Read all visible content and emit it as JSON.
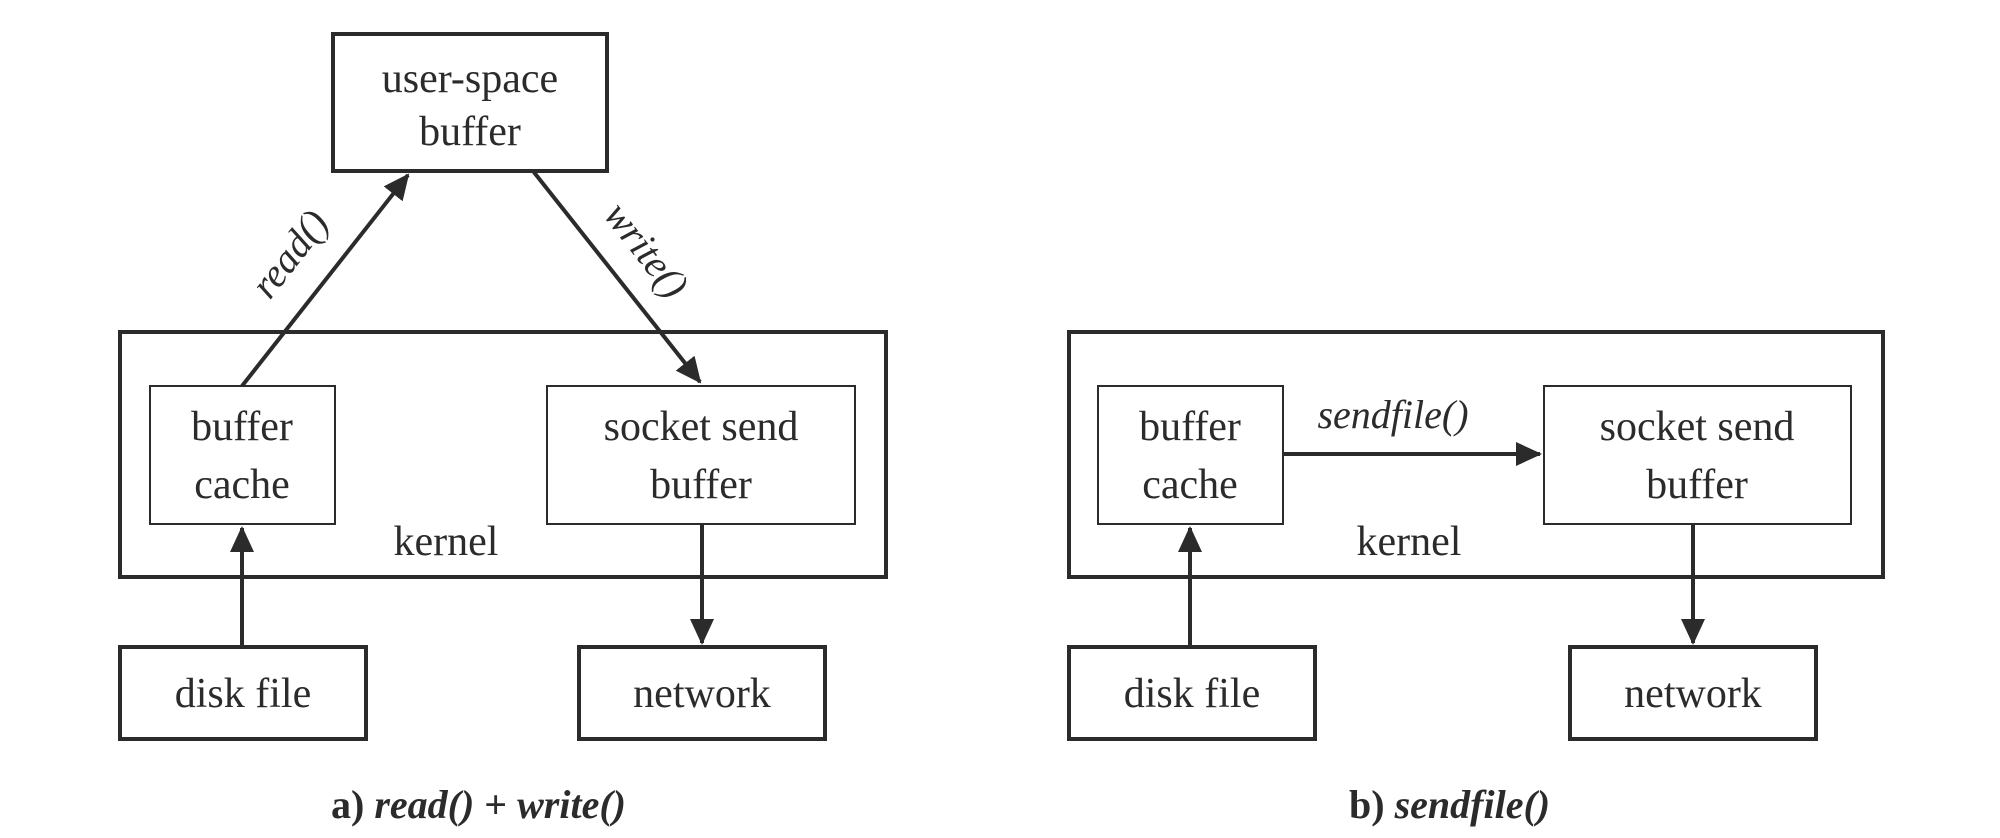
{
  "panel_a": {
    "user_space_buffer": [
      "user-space",
      "buffer"
    ],
    "kernel": "kernel",
    "buffer_cache": [
      "buffer",
      "cache"
    ],
    "socket_send_buffer": [
      "socket send",
      "buffer"
    ],
    "disk_file": "disk file",
    "network": "network",
    "read_label": "read()",
    "write_label": "write()",
    "caption_prefix": "a) ",
    "caption_read": "read()",
    "caption_plus": " + ",
    "caption_write": "write()"
  },
  "panel_b": {
    "kernel": "kernel",
    "buffer_cache": [
      "buffer",
      "cache"
    ],
    "socket_send_buffer": [
      "socket send",
      "buffer"
    ],
    "disk_file": "disk file",
    "network": "network",
    "sendfile_label": "sendfile()",
    "caption_prefix": "b) ",
    "caption_sendfile": "sendfile()"
  },
  "colors": {
    "stroke": "#2b2b2b",
    "background": "#ffffff"
  }
}
